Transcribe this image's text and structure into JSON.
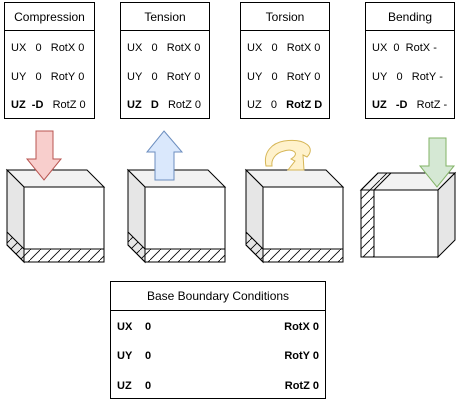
{
  "load_cases": [
    {
      "title": "Compression",
      "rows": [
        {
          "dof": "UX",
          "val": "0",
          "rot": "RotX",
          "rval": "0",
          "bold_left": false,
          "bold_right": false
        },
        {
          "dof": "UY",
          "val": "0",
          "rot": "RotY",
          "rval": "0",
          "bold_left": false,
          "bold_right": false
        },
        {
          "dof": "UZ",
          "val": "-D",
          "rot": "RotZ",
          "rval": "0",
          "bold_left": true,
          "bold_right": false
        }
      ],
      "arrow": "down",
      "arrow_color": "#f8cecc",
      "arrow_stroke": "#b85450"
    },
    {
      "title": "Tension",
      "rows": [
        {
          "dof": "UX",
          "val": "0",
          "rot": "RotX",
          "rval": "0",
          "bold_left": false,
          "bold_right": false
        },
        {
          "dof": "UY",
          "val": "0",
          "rot": "RotY",
          "rval": "0",
          "bold_left": false,
          "bold_right": false
        },
        {
          "dof": "UZ",
          "val": "D",
          "rot": "RotZ",
          "rval": "0",
          "bold_left": true,
          "bold_right": false
        }
      ],
      "arrow": "up",
      "arrow_color": "#dae8fc",
      "arrow_stroke": "#6c8ebf"
    },
    {
      "title": "Torsion",
      "rows": [
        {
          "dof": "UX",
          "val": "0",
          "rot": "RotX",
          "rval": "0",
          "bold_left": false,
          "bold_right": false
        },
        {
          "dof": "UY",
          "val": "0",
          "rot": "RotY",
          "rval": "0",
          "bold_left": false,
          "bold_right": false
        },
        {
          "dof": "UZ",
          "val": "0",
          "rot": "RotZ",
          "rval": "D",
          "bold_left": false,
          "bold_right": true
        }
      ],
      "arrow": "twist",
      "arrow_color": "#fff2cc",
      "arrow_stroke": "#d6b656"
    },
    {
      "title": "Bending",
      "rows": [
        {
          "dof": "UX",
          "val": "0",
          "rot": "RotX",
          "rval": "-",
          "bold_left": false,
          "bold_right": false
        },
        {
          "dof": "UY",
          "val": "0",
          "rot": "RotY",
          "rval": "-",
          "bold_left": false,
          "bold_right": false
        },
        {
          "dof": "UZ",
          "val": "-D",
          "rot": "RotZ",
          "rval": "-",
          "bold_left": true,
          "bold_right": false
        }
      ],
      "arrow": "down",
      "arrow_color": "#d5e8d4",
      "arrow_stroke": "#82b366"
    }
  ],
  "base": {
    "title": "Base Boundary Conditions",
    "rows": [
      {
        "dof": "UX",
        "val": "0",
        "rot": "RotX",
        "rval": "0"
      },
      {
        "dof": "UY",
        "val": "0",
        "rot": "RotY",
        "rval": "0"
      },
      {
        "dof": "UZ",
        "val": "0",
        "rot": "RotZ",
        "rval": "0"
      }
    ]
  }
}
